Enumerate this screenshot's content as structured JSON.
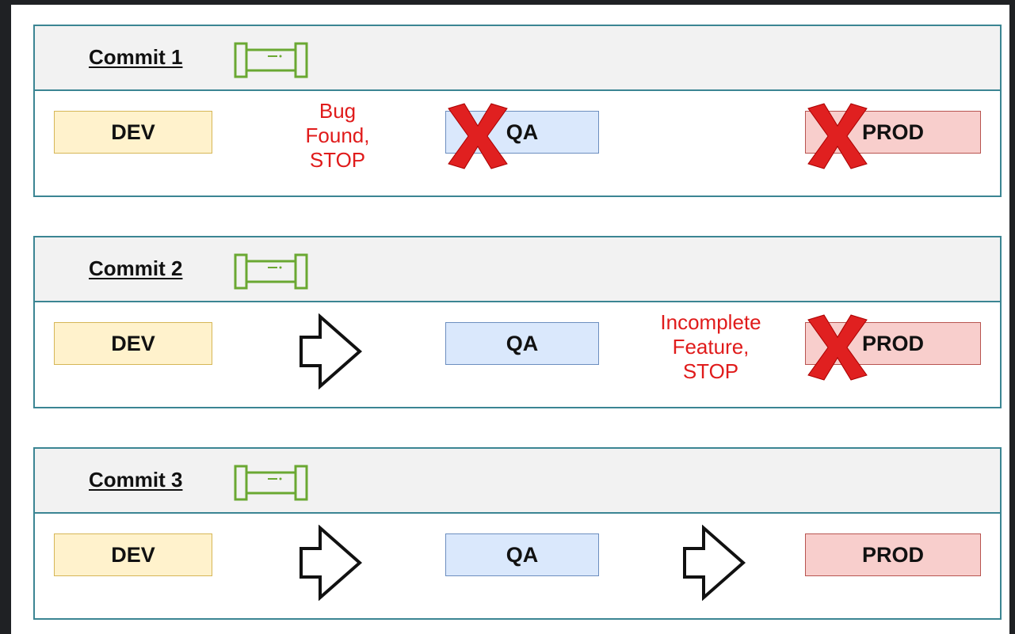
{
  "commits": [
    {
      "title": "Commit 1",
      "stages": {
        "dev": "DEV",
        "qa": "QA",
        "prod": "PROD"
      },
      "note_between_dev_qa": [
        "Bug",
        "Found,",
        "STOP"
      ],
      "qa_blocked": true,
      "prod_blocked": true
    },
    {
      "title": "Commit 2",
      "stages": {
        "dev": "DEV",
        "qa": "QA",
        "prod": "PROD"
      },
      "note_between_qa_prod": [
        "Incomplete",
        "Feature,",
        "STOP"
      ],
      "qa_blocked": false,
      "prod_blocked": true
    },
    {
      "title": "Commit 3",
      "stages": {
        "dev": "DEV",
        "qa": "QA",
        "prod": "PROD"
      },
      "qa_blocked": false,
      "prod_blocked": false
    }
  ],
  "icons": {
    "pipeline": "pipeline-icon",
    "blocked": "red-x-icon",
    "advance": "right-arrow-icon"
  },
  "colors": {
    "dev_fill": "#fff2cc",
    "qa_fill": "#dae8fc",
    "prod_fill": "#f8cecc",
    "stop_text": "#e01b1b",
    "x_mark": "#e02020",
    "frame": "#3b8593",
    "pipeline_icon": "#6aa832"
  }
}
